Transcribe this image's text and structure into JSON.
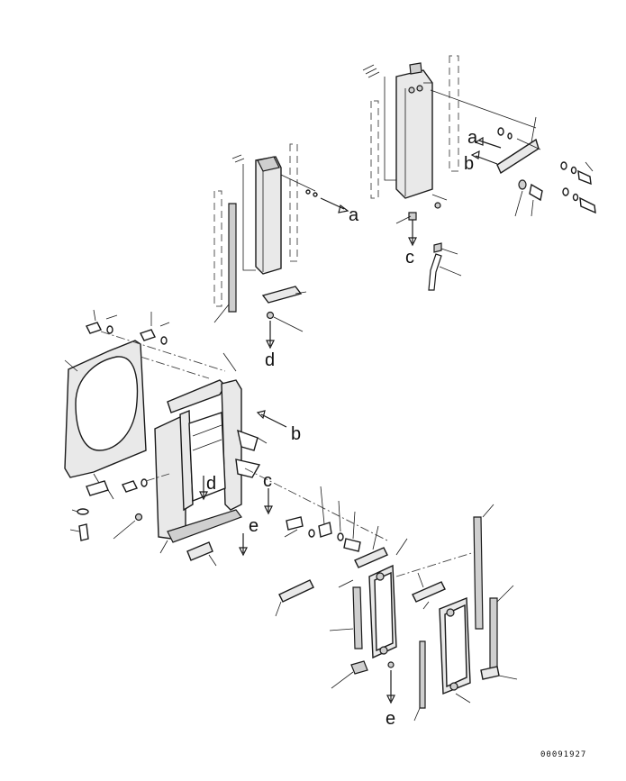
{
  "diagram": {
    "callouts": {
      "a_upper": "a",
      "b_upper": "b",
      "a_mid": "a",
      "c_upper": "c",
      "d_mid": "d",
      "b_frame": "b",
      "c_frame": "c",
      "d_frame": "d",
      "e_frame": "e",
      "e_lower": "e"
    },
    "figure_code": "00091927"
  }
}
